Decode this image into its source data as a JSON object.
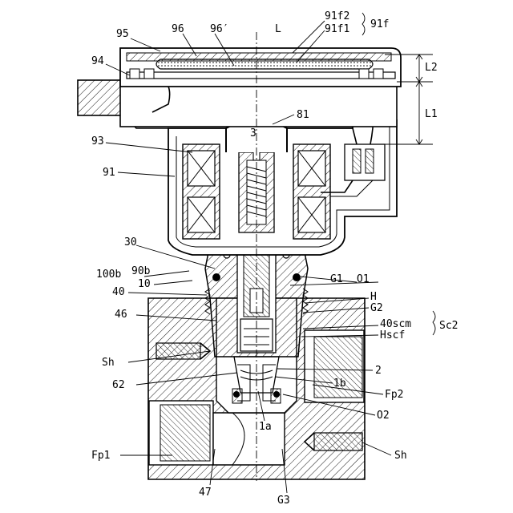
{
  "labels": {
    "l95": "95",
    "l96": "96",
    "l96p": "96′",
    "lL": "L",
    "l91f2": "91f2",
    "l91f1": "91f1",
    "l91f": "91f",
    "l94": "94",
    "lL2": "L2",
    "lL1": "L1",
    "l81": "81",
    "l3": "3",
    "l93": "93",
    "l91": "91",
    "l30": "30",
    "l100b": "100b",
    "l90b": "90b",
    "l10": "10",
    "l40": "40",
    "lG1": "G1",
    "lO1": "O1",
    "lH": "H",
    "lG2": "G2",
    "l46": "46",
    "l40scm": "40scm",
    "lHscf": "Hscf",
    "lSc2": "Sc2",
    "lSh1": "Sh",
    "l2": "2",
    "l62": "62",
    "l1b": "1b",
    "lFp2": "Fp2",
    "lO2": "O2",
    "l1a": "1a",
    "lFp1": "Fp1",
    "lSh2": "Sh",
    "l47": "47",
    "lG3": "G3"
  }
}
